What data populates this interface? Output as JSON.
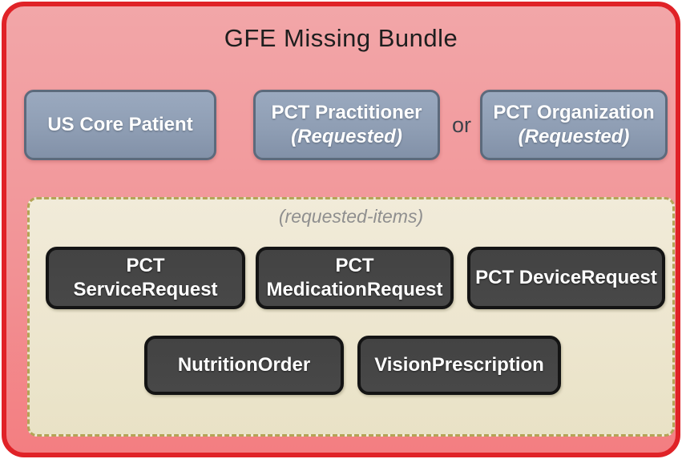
{
  "title": "GFE Missing Bundle",
  "or_label": "or",
  "top_row": [
    {
      "line1": "US Core Patient",
      "line2": ""
    },
    {
      "line1": "PCT Practitioner",
      "line2": "(Requested)"
    },
    {
      "line1": "PCT Organization",
      "line2": "(Requested)"
    }
  ],
  "requested_items": {
    "label": "(requested-items)",
    "row1": [
      {
        "line1": "PCT",
        "line2": "ServiceRequest"
      },
      {
        "line1": "PCT",
        "line2": "MedicationRequest"
      },
      {
        "line1": "PCT DeviceRequest",
        "line2": ""
      }
    ],
    "row2": [
      {
        "line1": "NutritionOrder",
        "line2": ""
      },
      {
        "line1": "VisionPrescription",
        "line2": ""
      }
    ]
  },
  "colors": {
    "outer_border": "#e02227",
    "outer_bg_top": "#f2a6a8",
    "outer_bg_bottom": "#f37e81",
    "blue_box_bg": "#8f9eb4",
    "blue_box_border": "#5c6a7c",
    "inner_bg_top": "#f1ebd9",
    "inner_bg_bottom": "#e9e2c6",
    "inner_border_dashed": "#b3a456",
    "dark_box_bg": "#464646",
    "dark_box_border": "#141414",
    "title_text": "#1e1e1e",
    "requested_items_text": "#8f8f8f",
    "or_text": "#3d424a"
  }
}
